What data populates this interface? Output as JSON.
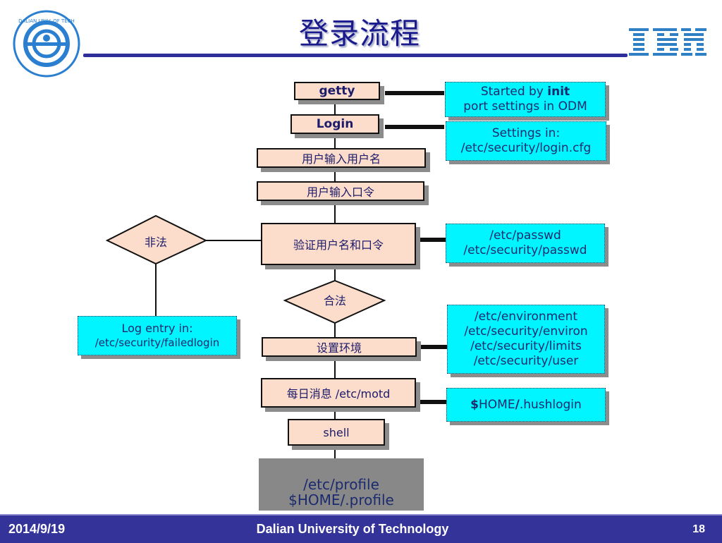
{
  "header": {
    "title": "登录流程",
    "left_logo": "Dalian University of Technology seal",
    "right_logo": "IBM"
  },
  "flow": {
    "steps": [
      {
        "id": "getty",
        "label": "getty",
        "bold": true
      },
      {
        "id": "login",
        "label": "Login",
        "bold": true
      },
      {
        "id": "enter-username",
        "label": "用户输入用户名"
      },
      {
        "id": "enter-password",
        "label": "用户输入口令"
      },
      {
        "id": "verify",
        "label": "验证用户名和口令"
      },
      {
        "id": "setup-env",
        "label": "设置环境"
      },
      {
        "id": "motd",
        "label": "每日消息 /etc/motd"
      },
      {
        "id": "shell",
        "label": "shell"
      }
    ],
    "decisions": {
      "invalid": "非法",
      "valid": "合法"
    },
    "notes": {
      "getty": {
        "line1_prefix": "Started by ",
        "line1_bold": "init",
        "line2": "port settings in ODM"
      },
      "login": {
        "line1": "Settings in:",
        "line2": "/etc/security/login.cfg"
      },
      "verify": {
        "line1": "/etc/passwd",
        "line2": "/etc/security/passwd"
      },
      "env": {
        "lines": [
          "/etc/environment",
          "/etc/security/environ",
          "/etc/security/limits",
          "/etc/security/user"
        ]
      },
      "motd": {
        "prefix": "$",
        "mid": "HOME",
        "slash": "/",
        "rest": ".hushlogin"
      },
      "failed": {
        "line1": "Log entry in:",
        "line2": "/etc/security/failedlogin"
      }
    },
    "profile": {
      "line1": "/etc/profile",
      "line2": "$HOME/.profile"
    }
  },
  "footer": {
    "date": "2014/9/19",
    "organization": "Dalian University of Technology",
    "page": "18"
  },
  "colors": {
    "process_fill": "#fcdcca",
    "note_fill": "#00f5ff",
    "footer_bg": "#33339a",
    "title_color": "#1a1a8c"
  }
}
